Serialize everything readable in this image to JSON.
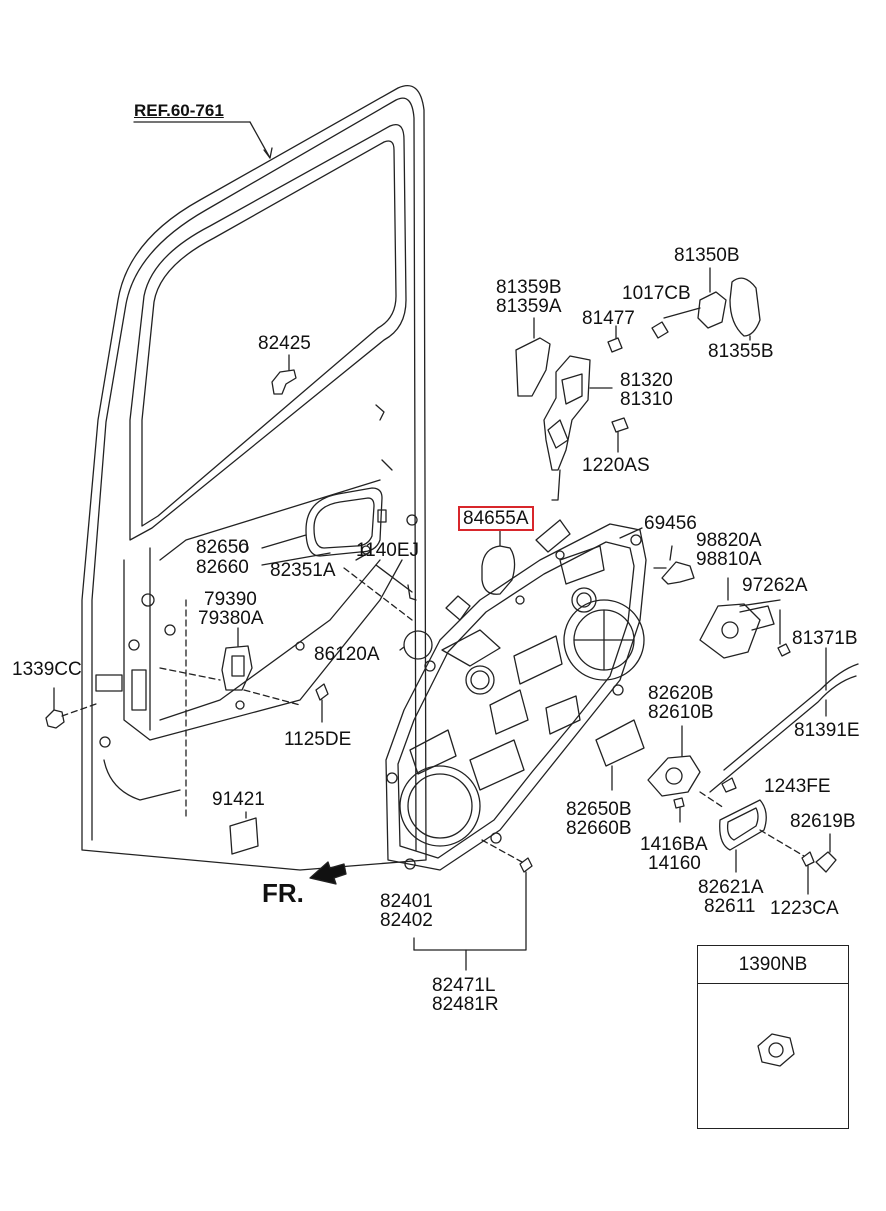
{
  "reference": {
    "text": "REF.60-761"
  },
  "front_marker": {
    "text": "FR."
  },
  "parts": {
    "p82425": "82425",
    "p82650_82660_left": [
      "82650",
      "82660"
    ],
    "p82351A": "82351A",
    "p1140EJ": "1140EJ",
    "p79390_79380A": [
      "79390",
      "79380A"
    ],
    "p1339CC": "1339CC",
    "p86120A": "86120A",
    "p1125DE": "1125DE",
    "p91421": "91421",
    "p81359B_81359A": [
      "81359B",
      "81359A"
    ],
    "p81477": "81477",
    "p1017CB": "1017CB",
    "p81350B": "81350B",
    "p81355B": "81355B",
    "p81320_81310": [
      "81320",
      "81310"
    ],
    "p1220AS": "1220AS",
    "p84655A": "84655A",
    "p69456": "69456",
    "p98820A_98810A": [
      "98820A",
      "98810A"
    ],
    "p97262A": "97262A",
    "p81371B": "81371B",
    "p81391E": "81391E",
    "p82620B_82610B": [
      "82620B",
      "82610B"
    ],
    "p1243FE": "1243FE",
    "p82650B_82660B": [
      "82650B",
      "82660B"
    ],
    "p1416BA_14160": [
      "1416BA",
      "14160"
    ],
    "p82619B": "82619B",
    "p82621A_82611": [
      "82621A",
      "82611"
    ],
    "p1223CA": "1223CA",
    "p82401_82402": [
      "82401",
      "82402"
    ],
    "p82471L_82481R": [
      "82471L",
      "82481R"
    ],
    "p1390NB": "1390NB"
  },
  "highlight_color": "#d8262b"
}
